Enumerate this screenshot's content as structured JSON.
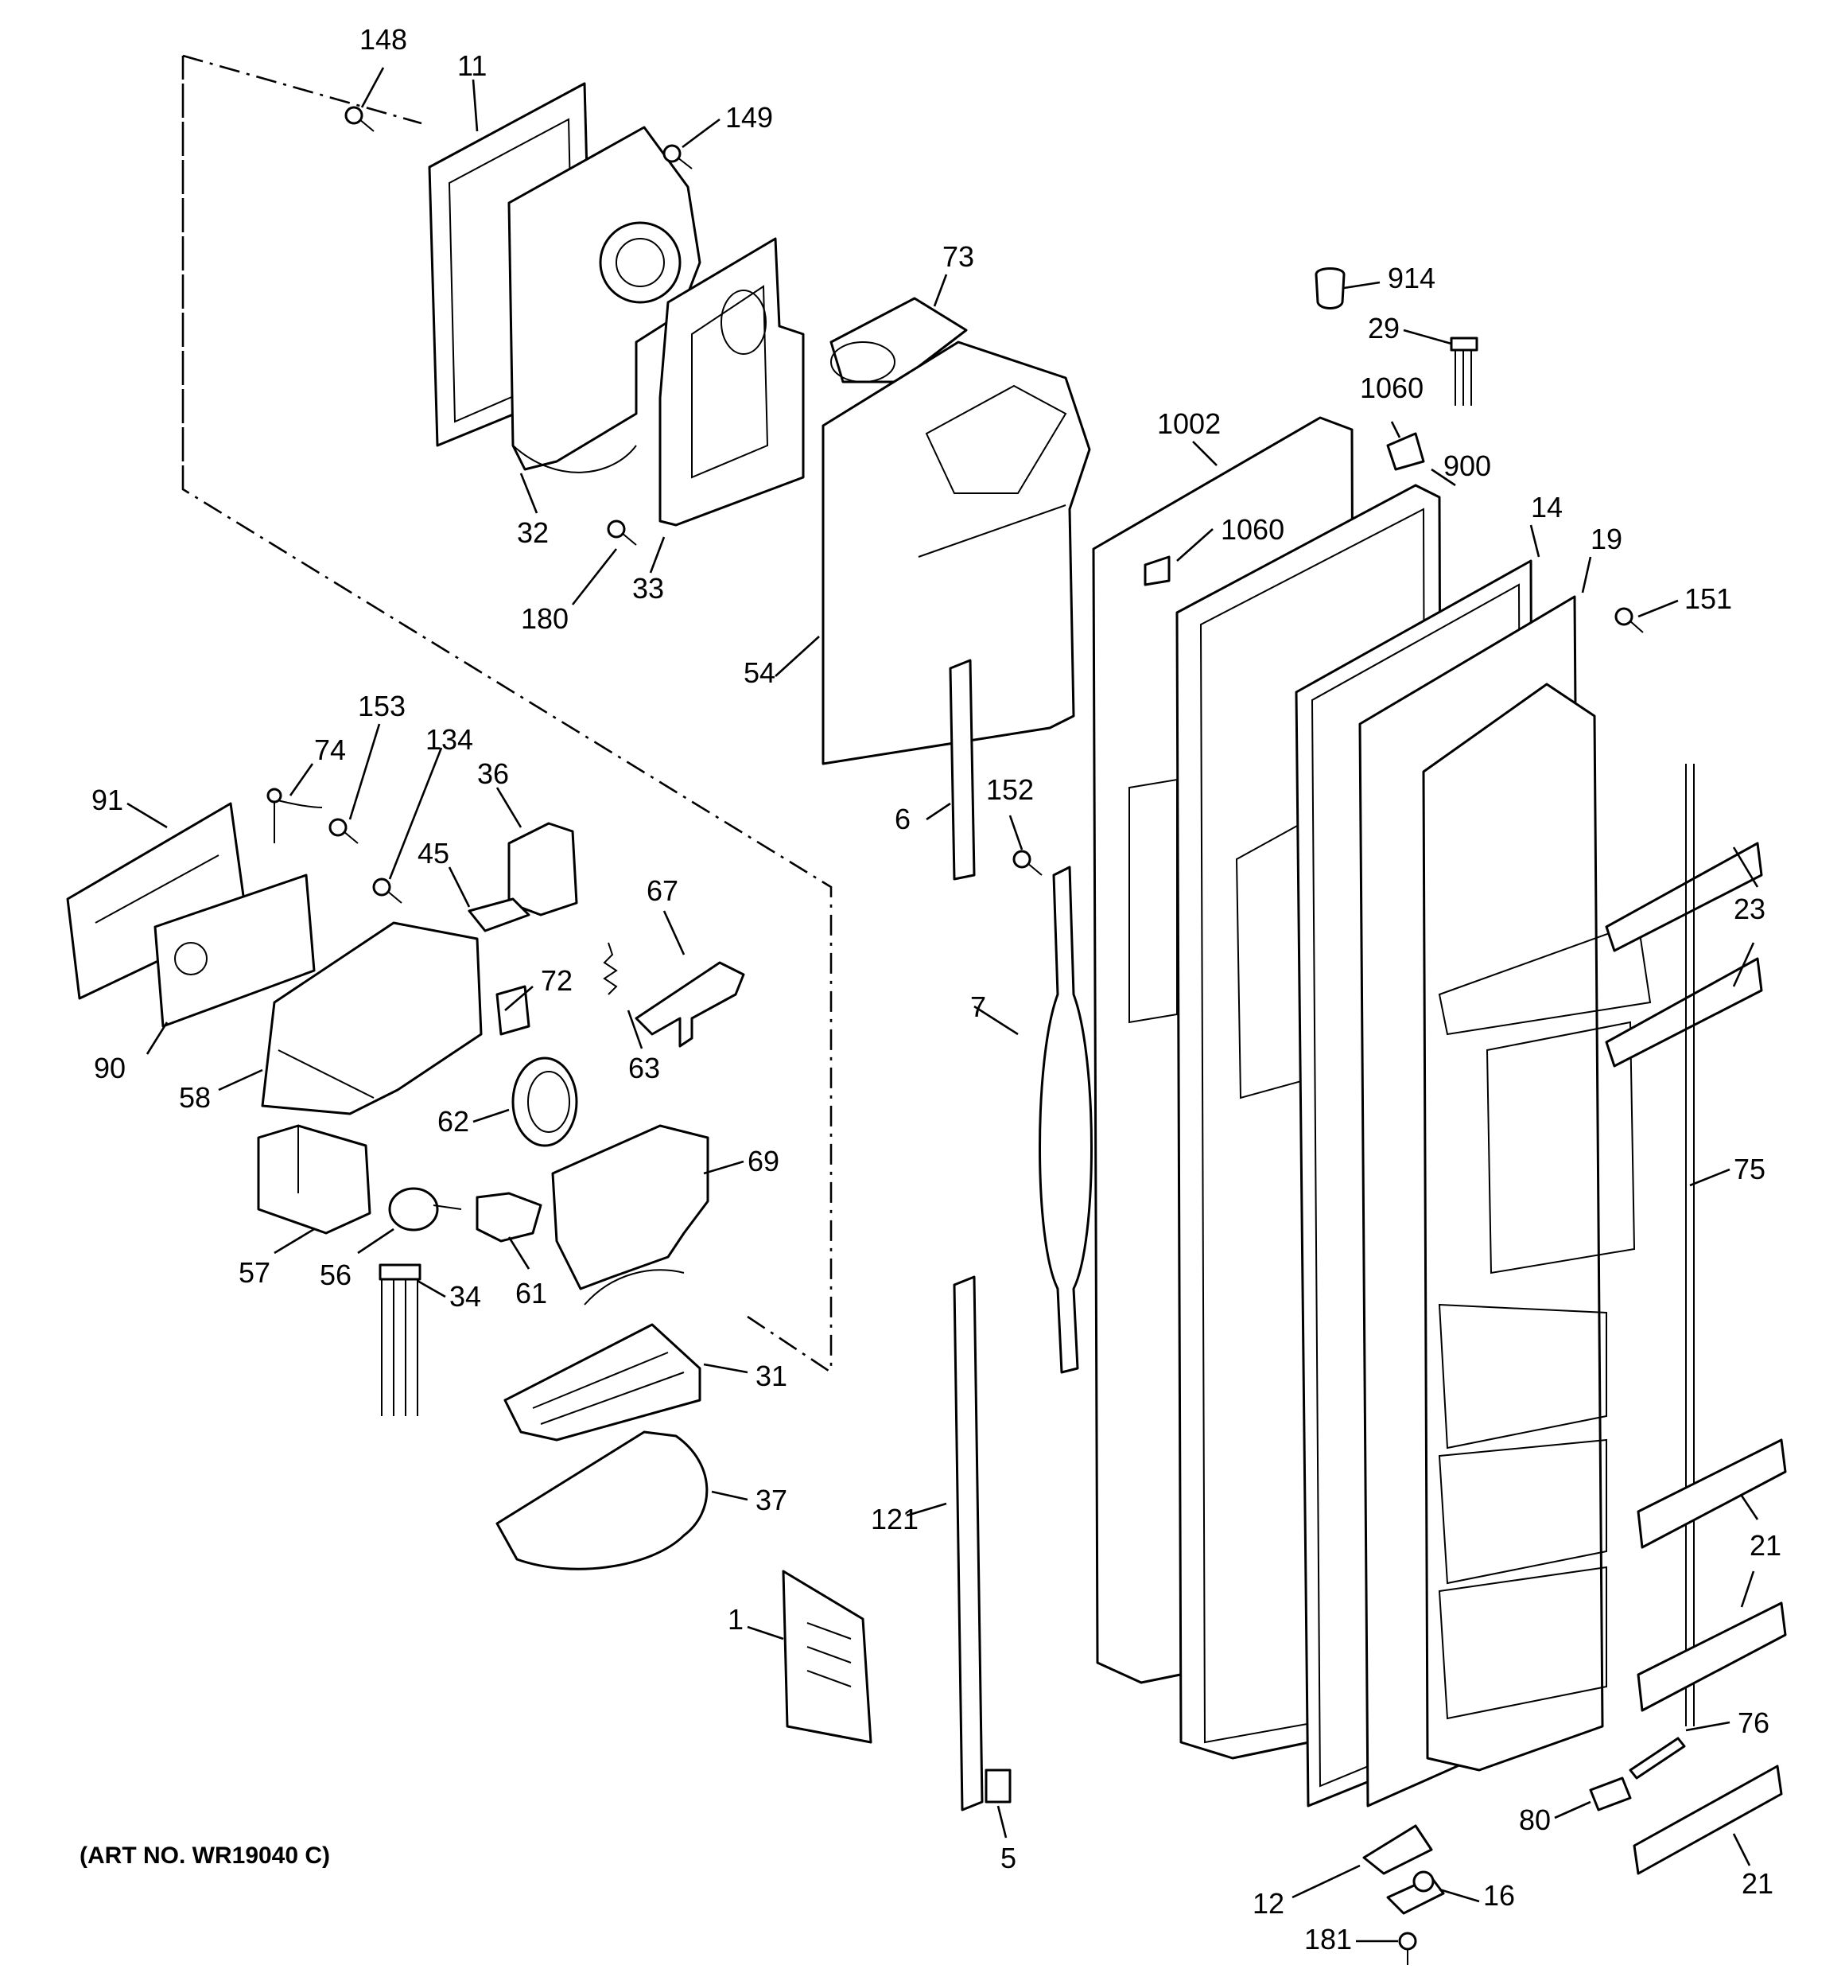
{
  "diagram": {
    "caption": "(ART NO. WR19040 C)",
    "callouts": [
      {
        "id": "148",
        "text": "148"
      },
      {
        "id": "11",
        "text": "11"
      },
      {
        "id": "149",
        "text": "149"
      },
      {
        "id": "73",
        "text": "73"
      },
      {
        "id": "914",
        "text": "914"
      },
      {
        "id": "29",
        "text": "29"
      },
      {
        "id": "1060a",
        "text": "1060"
      },
      {
        "id": "1002",
        "text": "1002"
      },
      {
        "id": "900",
        "text": "900"
      },
      {
        "id": "1060b",
        "text": "1060"
      },
      {
        "id": "14",
        "text": "14"
      },
      {
        "id": "19",
        "text": "19"
      },
      {
        "id": "151",
        "text": "151"
      },
      {
        "id": "32",
        "text": "32"
      },
      {
        "id": "33",
        "text": "33"
      },
      {
        "id": "180",
        "text": "180"
      },
      {
        "id": "54",
        "text": "54"
      },
      {
        "id": "153",
        "text": "153"
      },
      {
        "id": "134",
        "text": "134"
      },
      {
        "id": "74",
        "text": "74"
      },
      {
        "id": "91",
        "text": "91"
      },
      {
        "id": "36",
        "text": "36"
      },
      {
        "id": "45",
        "text": "45"
      },
      {
        "id": "67",
        "text": "67"
      },
      {
        "id": "6",
        "text": "6"
      },
      {
        "id": "152",
        "text": "152"
      },
      {
        "id": "72",
        "text": "72"
      },
      {
        "id": "63",
        "text": "63"
      },
      {
        "id": "90",
        "text": "90"
      },
      {
        "id": "58",
        "text": "58"
      },
      {
        "id": "7",
        "text": "7"
      },
      {
        "id": "23",
        "text": "23"
      },
      {
        "id": "62",
        "text": "62"
      },
      {
        "id": "69",
        "text": "69"
      },
      {
        "id": "75",
        "text": "75"
      },
      {
        "id": "57",
        "text": "57"
      },
      {
        "id": "56",
        "text": "56"
      },
      {
        "id": "61",
        "text": "61"
      },
      {
        "id": "34",
        "text": "34"
      },
      {
        "id": "31",
        "text": "31"
      },
      {
        "id": "37",
        "text": "37"
      },
      {
        "id": "121",
        "text": "121"
      },
      {
        "id": "21a",
        "text": "21"
      },
      {
        "id": "1",
        "text": "1"
      },
      {
        "id": "76",
        "text": "76"
      },
      {
        "id": "80",
        "text": "80"
      },
      {
        "id": "5",
        "text": "5"
      },
      {
        "id": "21b",
        "text": "21"
      },
      {
        "id": "12",
        "text": "12"
      },
      {
        "id": "16",
        "text": "16"
      },
      {
        "id": "181",
        "text": "181"
      }
    ]
  }
}
